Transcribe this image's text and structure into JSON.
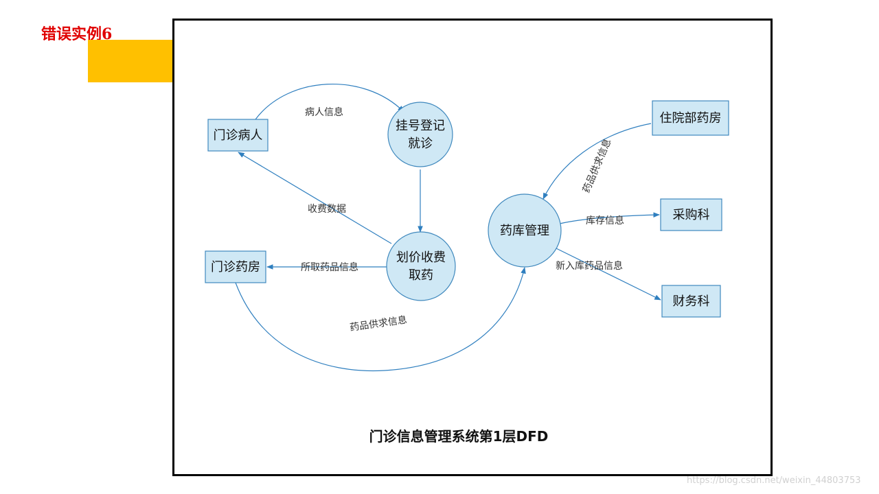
{
  "slide_title": "错误实例6",
  "caption": "门诊信息管理系统第1层DFD",
  "watermark": "https://blog.csdn.net/weixin_44803753",
  "colors": {
    "title_red": "#e00000",
    "highlight_yellow": "#ffc000",
    "node_fill": "#cfe8f5",
    "node_stroke": "#3f88bd",
    "arrow": "#2f7fbf"
  },
  "entities": {
    "outpatient_patient": "门诊病人",
    "outpatient_pharmacy": "门诊药房",
    "inpatient_pharmacy": "住院部药房",
    "purchasing_dept": "采购科",
    "finance_dept": "财务科"
  },
  "processes": {
    "registration": [
      "挂号登记",
      "就诊"
    ],
    "pricing": [
      "划价收费",
      "取药"
    ],
    "warehouse": "药库管理"
  },
  "flows": {
    "patient_info": "病人信息",
    "fee_data": "收费数据",
    "drug_taken_info": "所取药品信息",
    "supply_demand_outpatient": "药品供求信息",
    "supply_demand_inpatient": "药品供求信息",
    "stock_info": "库存信息",
    "new_stock_info": "新入库药品信息"
  }
}
